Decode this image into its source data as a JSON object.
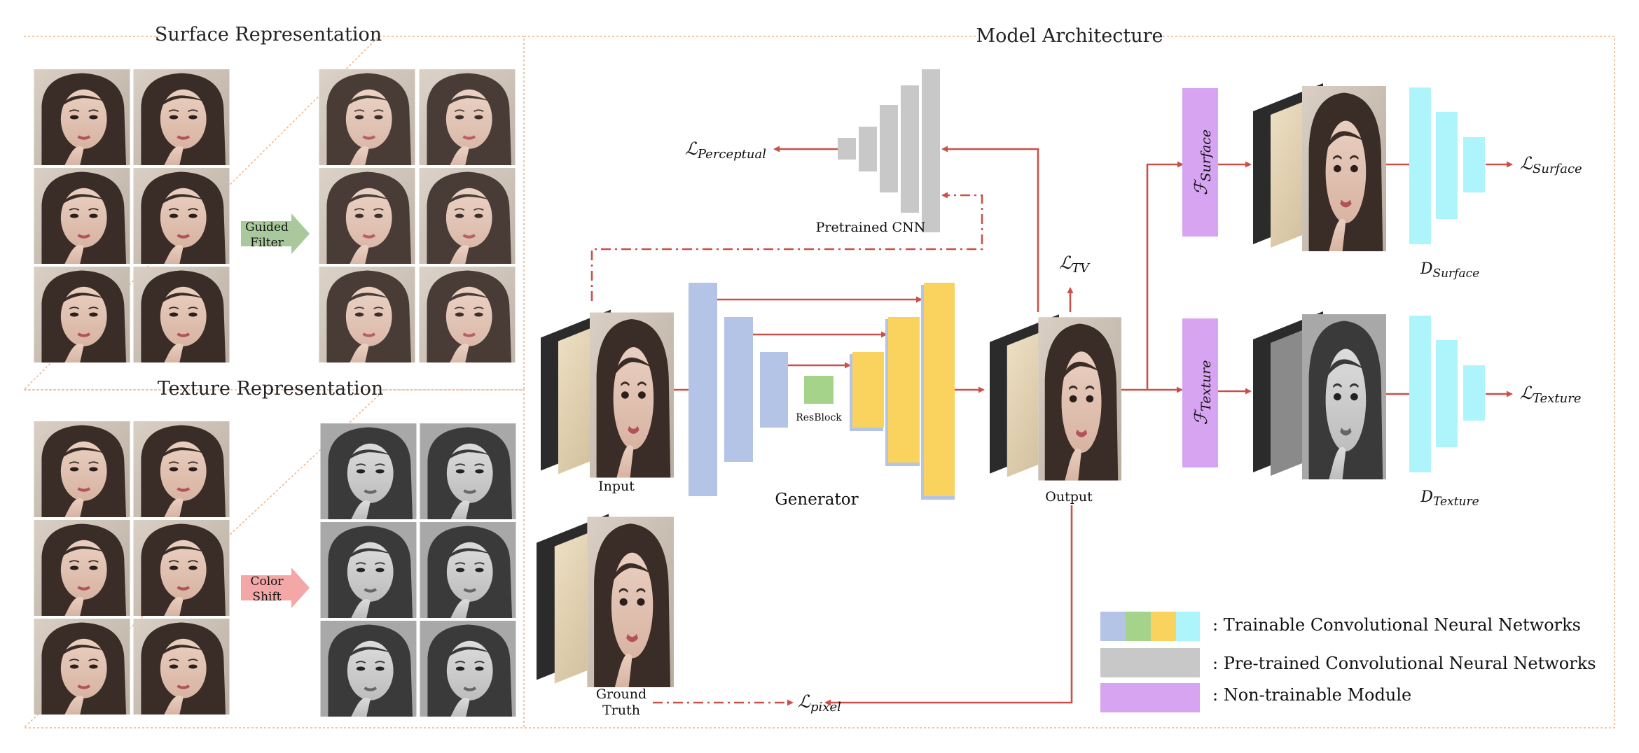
{
  "panels": {
    "surface_title": "Surface Representation",
    "texture_title": "Texture Representation",
    "model_title": "Model Architecture"
  },
  "surface_op": {
    "line1": "Guided",
    "line2": "Filter"
  },
  "texture_op": {
    "line1": "Color",
    "line2": "Shift"
  },
  "labels": {
    "pretrained": "Pretrained CNN",
    "input": "Input",
    "generator": "Generator",
    "resblock": "ResBlock",
    "output": "Output",
    "gt_line1": "Ground",
    "gt_line2": "Truth"
  },
  "losses": {
    "perceptual": {
      "base": "ℒ",
      "sub": "Perceptual"
    },
    "tv": {
      "base": "ℒ",
      "sub": "TV"
    },
    "pixel": {
      "base": "ℒ",
      "sub": "pixel"
    },
    "surface": {
      "base": "ℒ",
      "sub": "Surface"
    },
    "texture": {
      "base": "ℒ",
      "sub": "Texture"
    }
  },
  "modules": {
    "f_surface": {
      "base": "ℱ",
      "sub": "Surface"
    },
    "f_texture": {
      "base": "ℱ",
      "sub": "Texture"
    },
    "d_surface": {
      "base": "D",
      "sub": "Surface"
    },
    "d_texture": {
      "base": "D",
      "sub": "Texture"
    }
  },
  "legend": [
    {
      "text": ": Trainable Convolutional Neural Networks",
      "colors": [
        "#b4c4e6",
        "#a6d38a",
        "#f9d35e",
        "#adf4fb"
      ]
    },
    {
      "text": ": Pre-trained Convolutional Neural Networks",
      "colors": [
        "#c8c8c8"
      ]
    },
    {
      "text": ": Non-trainable Module",
      "colors": [
        "#d6a4f0"
      ]
    }
  ],
  "colors": {
    "arrow": "#c9514a",
    "border": "#f2b48a",
    "generator_blue": "#b4c4e6",
    "resblock_green": "#a6d38a",
    "decoder_yellow": "#f9d35e",
    "discriminator_cyan": "#adf4fb",
    "pretrained_gray": "#c8c8c8",
    "module_purple": "#d6a4f0",
    "guided_filter_arrow": "#a9c99c",
    "color_shift_arrow": "#f3a7a7"
  }
}
